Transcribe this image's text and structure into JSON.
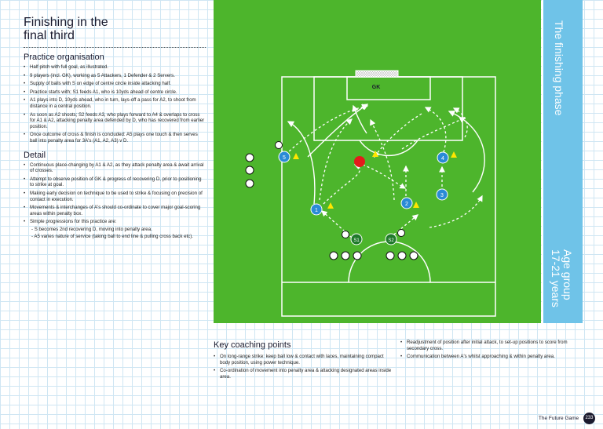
{
  "title_line1": "Finishing in the",
  "title_line2": "final third",
  "organisation": {
    "heading": "Practice organisation",
    "items": [
      "Half pitch with full goal, as illustrated.",
      "9 players (incl. GK), working as 5 Attackers, 1 Defender & 2 Servers.",
      "Supply of balls with S on edge of centre circle inside attacking half.",
      "Practice starts with; S1 feeds A1, who is 10yds ahead of centre circle.",
      "A1 plays into D, 10yds ahead, who in turn, lays-off a pass for A2, to shoot from distance in a central position.",
      "As soon as A2 shoots; S2 feeds A3, who plays forward to A4 & overlaps to cross for A1 & A2, attacking penalty area defended by D, who has recovered from earlier position.",
      "Once outcome of cross & finish is concluded: A5 plays one touch & then serves ball into penalty area for 3A's (A1, A2, A3) v D."
    ]
  },
  "detail": {
    "heading": "Detail",
    "items": [
      "Continuous place-changing by A1 & A2, as they attack penalty area & await arrival of crosses.",
      "Attempt to observe position of GK & progress of recovering D, prior to positioning to strike at goal.",
      "Making early decision on technique to be used to strike & focusing on precision of contact in execution.",
      "Movements & interchanges of A's should co-ordinate to cover major goal-scoring areas within penalty box.",
      "Simple progressions for this practice are:"
    ],
    "sub1": "- S becomes 2nd recovering D, moving into penalty area.",
    "sub2": "- A5 varies nature of service (taking ball to end line & pulling cross back etc)."
  },
  "sidebar": {
    "phase": "The finishing phase",
    "age_line1": "Age group",
    "age_line2": "17-21 years"
  },
  "coaching": {
    "heading": "Key coaching points",
    "items": [
      "On long-range strike: keep ball low & contact with laces, maintaining compact body position, using power technique.",
      "Co-ordination of movement into penalty area & attacking designated areas inside area.",
      "Readjustment of position after initial attack, to set-up positions to score from secondary cross.",
      "Communication between A's whilst approaching & within penalty area."
    ]
  },
  "diagram": {
    "gk_label": "GK",
    "players": [
      "1",
      "2",
      "3",
      "4",
      "5"
    ],
    "servers": [
      "S1",
      "S2"
    ],
    "colors": {
      "pitch": "#4db52c",
      "attacker": "#2a8bd6",
      "defender": "#e41b1b",
      "server": "#1f7a2a",
      "cone": "#ffe600",
      "sidebar": "#6fc3e8"
    }
  },
  "footer": {
    "label": "The Future Game",
    "page": "233"
  }
}
